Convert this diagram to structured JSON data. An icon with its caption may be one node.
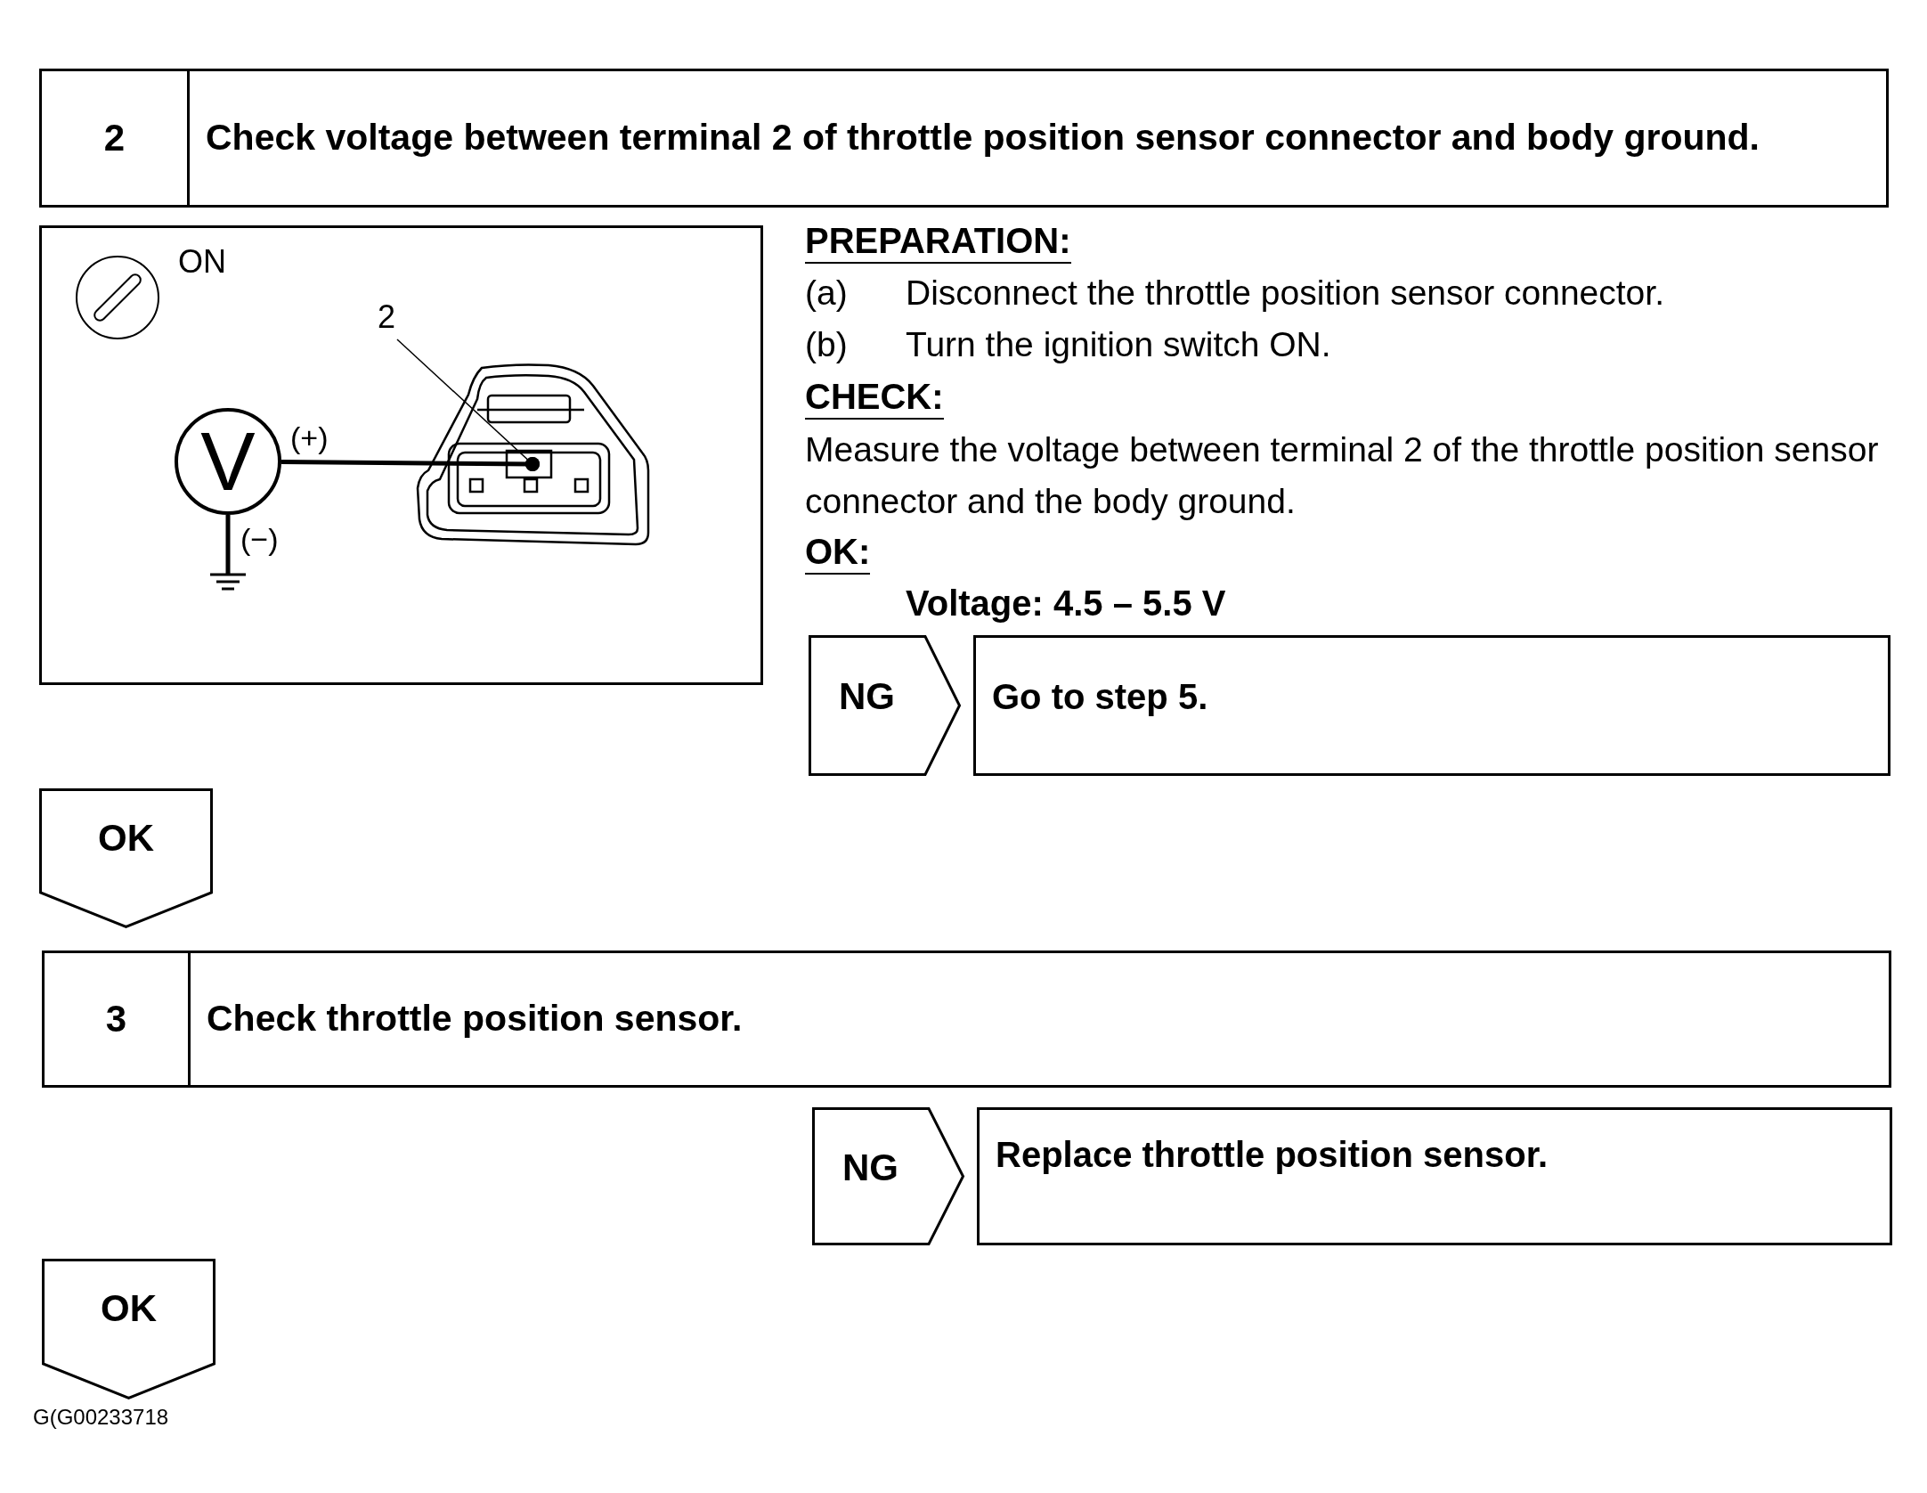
{
  "diagram": {
    "nodes": [
      {
        "text": [
          "2",
          "Check voltage between terminal 2 of throttle position sensor connector and body ground."
        ]
      },
      {
        "text": [],
        "shape": "box"
      },
      {
        "text": [
          "2"
        ],
        "in": 1
      },
      {
        "text": [
          "V"
        ],
        "in": 1,
        "beside": [
          "(−)"
        ]
      },
      {
        "text": [
          "NG"
        ]
      },
      {
        "text": [
          "Go to step 5."
        ]
      },
      {
        "text": [
          "OK"
        ]
      },
      {
        "text": [
          "3",
          "Check throttle position sensor."
        ]
      },
      {
        "text": [
          "NG"
        ]
      },
      {
        "text": [
          "Replace throttle position sensor."
        ]
      },
      {
        "text": [
          "OK"
        ]
      }
    ],
    "edges": [
      {
        "from": 2,
        "to": null,
        "arrow": "other"
      },
      {
        "from": 3,
        "to": null,
        "arrow": "other",
        "label": "(+)",
        "style": "thick"
      }
    ],
    "labels": [
      "ON",
      "PREPARATION:",
      "(a)",
      "Disconnect the throttle position sensor connector.",
      "(b)",
      "Turn the ignition switch ON.",
      "CHECK:",
      "Measure the voltage between terminal 2 of the throttle position sensor connector and the body ground.",
      "OK:",
      "Voltage: 4.5 – 5.5 V",
      "G(G00233718"
    ]
  }
}
